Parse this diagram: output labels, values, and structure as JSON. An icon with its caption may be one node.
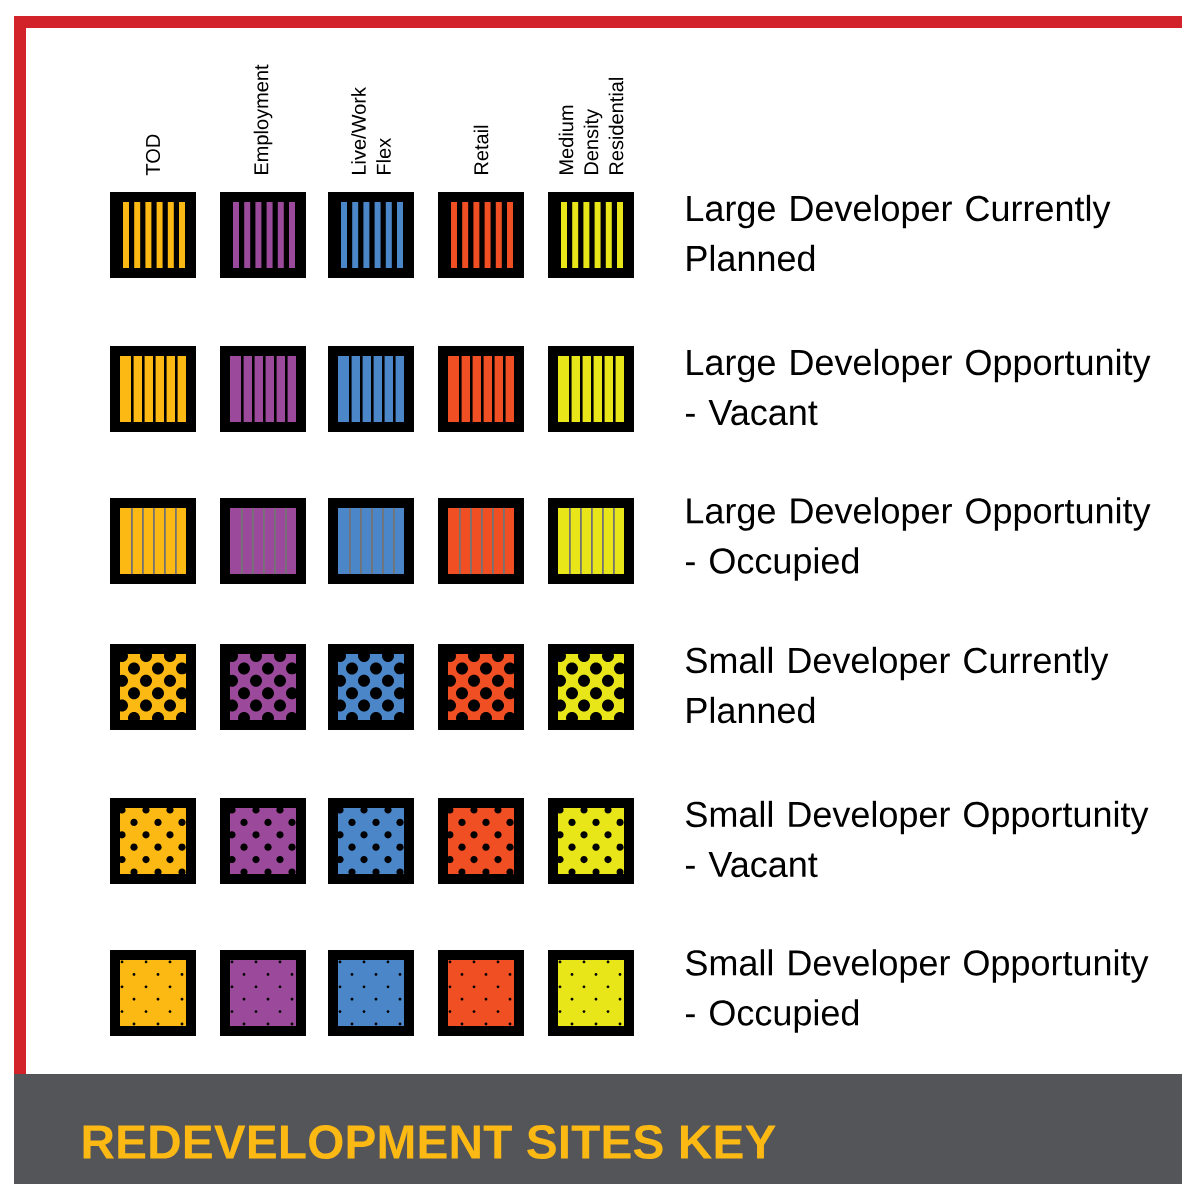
{
  "diagram": {
    "title": "REDEVELOPMENT SITES KEY",
    "legend": [
      {
        "text": "TOD",
        "color": "#fdb913"
      },
      {
        "text": "Employment",
        "color": "#9b4a9b"
      },
      {
        "text": "Live/Work Flex",
        "color": "#4a86c8"
      },
      {
        "text": "Retail",
        "color": "#f04e23"
      },
      {
        "text": "Medium Density Residential",
        "color": "#e8e619"
      },
      {
        "text": "Large Developer Currently Planned"
      },
      {
        "text": "Large Developer Opportunity - Vacant"
      },
      {
        "text": "Large Developer Opportunity - Occupied"
      },
      {
        "text": "Small Developer Currently Planned"
      },
      {
        "text": "Small Developer Opportunity - Vacant"
      },
      {
        "text": "Small Developer Opportunity - Occupied"
      }
    ]
  }
}
